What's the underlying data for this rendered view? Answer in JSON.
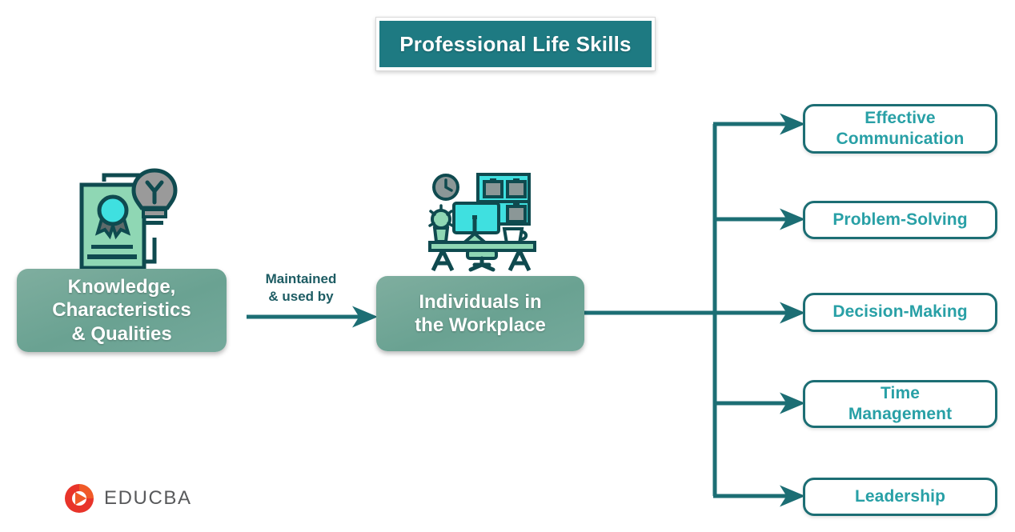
{
  "title": {
    "text": "Professional Life Skills"
  },
  "source": {
    "label": "Knowledge,\nCharacteristics\n& Qualities",
    "line1": "Knowledge,",
    "line2": "Characteristics",
    "line3": "& Qualities",
    "icon": "certificate-lightbulb-icon"
  },
  "connector_caption": {
    "line1": "Maintained",
    "line2": "& used by"
  },
  "middle": {
    "line1": "Individuals in",
    "line2": "the Workplace",
    "icon": "office-desk-icon"
  },
  "skills": [
    {
      "line1": "Effective",
      "line2": "Communication"
    },
    {
      "line1": "Problem-Solving",
      "line2": ""
    },
    {
      "line1": "Decision-Making",
      "line2": ""
    },
    {
      "line1": "Time",
      "line2": "Management"
    },
    {
      "line1": "Leadership",
      "line2": ""
    }
  ],
  "logo": {
    "text": "EDUCBA",
    "mark": "educba-play-circle-icon"
  },
  "colors": {
    "title_bg": "#1e7a82",
    "title_text": "#ffffff",
    "green_box_from": "#7fae9f",
    "green_box_to": "#6aa292",
    "skill_border": "#1c6e74",
    "skill_text": "#28a0a6",
    "connector": "#1c6e74",
    "caption_text": "#1d5c63",
    "logo_red": "#e8342a",
    "logo_orange": "#f05a28",
    "logo_text": "#58595b",
    "icon_outline": "#0f4a4f",
    "icon_teal": "#3fe0e0",
    "icon_green": "#8fd7b4",
    "icon_gray": "#9a9a9a"
  }
}
